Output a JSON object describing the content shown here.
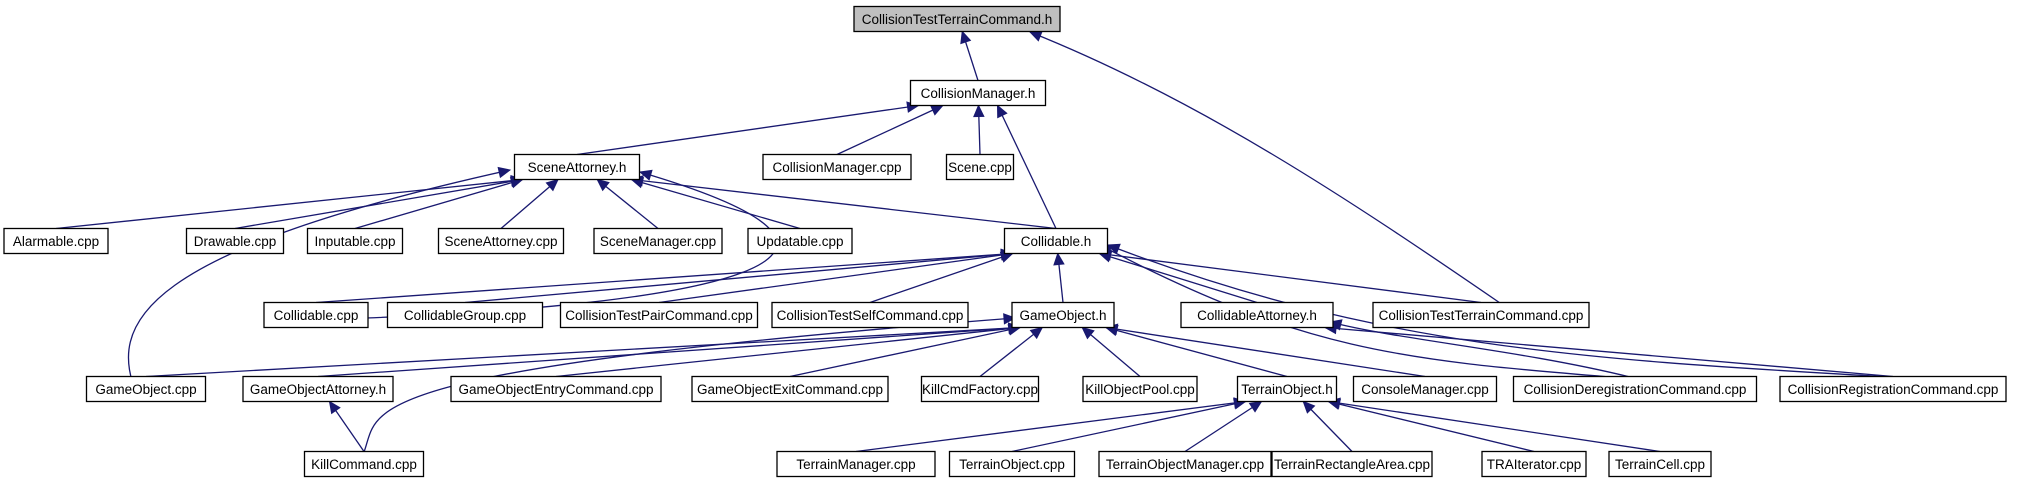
{
  "graph": {
    "nodes": [
      {
        "id": "n0",
        "label": "CollisionTestTerrainCommand.h",
        "root": true
      },
      {
        "id": "n1",
        "label": "CollisionManager.h"
      },
      {
        "id": "n2",
        "label": "SceneAttorney.h"
      },
      {
        "id": "n3",
        "label": "CollisionManager.cpp"
      },
      {
        "id": "n4",
        "label": "Scene.cpp"
      },
      {
        "id": "n5",
        "label": "Alarmable.cpp"
      },
      {
        "id": "n6",
        "label": "Drawable.cpp"
      },
      {
        "id": "n7",
        "label": "Inputable.cpp"
      },
      {
        "id": "n8",
        "label": "SceneAttorney.cpp"
      },
      {
        "id": "n9",
        "label": "SceneManager.cpp"
      },
      {
        "id": "n10",
        "label": "Updatable.cpp"
      },
      {
        "id": "n11",
        "label": "Collidable.h"
      },
      {
        "id": "n12",
        "label": "Collidable.cpp"
      },
      {
        "id": "n13",
        "label": "CollidableGroup.cpp"
      },
      {
        "id": "n14",
        "label": "CollisionTestPairCommand.cpp"
      },
      {
        "id": "n15",
        "label": "CollisionTestSelfCommand.cpp"
      },
      {
        "id": "n16",
        "label": "GameObject.h"
      },
      {
        "id": "n17",
        "label": "CollidableAttorney.h"
      },
      {
        "id": "n18",
        "label": "CollisionTestTerrainCommand.cpp"
      },
      {
        "id": "n19",
        "label": "GameObject.cpp"
      },
      {
        "id": "n20",
        "label": "GameObjectAttorney.h"
      },
      {
        "id": "n21",
        "label": "GameObjectEntryCommand.cpp"
      },
      {
        "id": "n22",
        "label": "GameObjectExitCommand.cpp"
      },
      {
        "id": "n23",
        "label": "KillCmdFactory.cpp"
      },
      {
        "id": "n24",
        "label": "KillObjectPool.cpp"
      },
      {
        "id": "n25",
        "label": "TerrainObject.h"
      },
      {
        "id": "n26",
        "label": "ConsoleManager.cpp"
      },
      {
        "id": "n27",
        "label": "CollisionDeregistrationCommand.cpp"
      },
      {
        "id": "n28",
        "label": "CollisionRegistrationCommand.cpp"
      },
      {
        "id": "n29",
        "label": "KillCommand.cpp"
      },
      {
        "id": "n30",
        "label": "TerrainManager.cpp"
      },
      {
        "id": "n31",
        "label": "TerrainObject.cpp"
      },
      {
        "id": "n32",
        "label": "TerrainObjectManager.cpp"
      },
      {
        "id": "n33",
        "label": "TerrainRectangleArea.cpp"
      },
      {
        "id": "n34",
        "label": "TRAIterator.cpp"
      },
      {
        "id": "n35",
        "label": "TerrainCell.cpp"
      }
    ],
    "edges": [
      {
        "from": "n1",
        "to": "n0"
      },
      {
        "from": "n18",
        "to": "n0"
      },
      {
        "from": "n2",
        "to": "n1"
      },
      {
        "from": "n3",
        "to": "n1"
      },
      {
        "from": "n4",
        "to": "n1"
      },
      {
        "from": "n11",
        "to": "n1"
      },
      {
        "from": "n5",
        "to": "n2"
      },
      {
        "from": "n6",
        "to": "n2"
      },
      {
        "from": "n7",
        "to": "n2"
      },
      {
        "from": "n8",
        "to": "n2"
      },
      {
        "from": "n9",
        "to": "n2"
      },
      {
        "from": "n10",
        "to": "n2"
      },
      {
        "from": "n11",
        "to": "n2"
      },
      {
        "from": "n12",
        "to": "n2"
      },
      {
        "from": "n19",
        "to": "n2"
      },
      {
        "from": "n12",
        "to": "n11"
      },
      {
        "from": "n13",
        "to": "n11"
      },
      {
        "from": "n14",
        "to": "n11"
      },
      {
        "from": "n15",
        "to": "n11"
      },
      {
        "from": "n16",
        "to": "n11"
      },
      {
        "from": "n17",
        "to": "n11"
      },
      {
        "from": "n18",
        "to": "n11"
      },
      {
        "from": "n27",
        "to": "n11"
      },
      {
        "from": "n28",
        "to": "n11"
      },
      {
        "from": "n19",
        "to": "n16"
      },
      {
        "from": "n20",
        "to": "n16"
      },
      {
        "from": "n21",
        "to": "n16"
      },
      {
        "from": "n22",
        "to": "n16"
      },
      {
        "from": "n23",
        "to": "n16"
      },
      {
        "from": "n24",
        "to": "n16"
      },
      {
        "from": "n25",
        "to": "n16"
      },
      {
        "from": "n26",
        "to": "n16"
      },
      {
        "from": "n29",
        "to": "n16"
      },
      {
        "from": "n27",
        "to": "n17"
      },
      {
        "from": "n28",
        "to": "n17"
      },
      {
        "from": "n29",
        "to": "n20"
      },
      {
        "from": "n30",
        "to": "n25"
      },
      {
        "from": "n31",
        "to": "n25"
      },
      {
        "from": "n32",
        "to": "n25"
      },
      {
        "from": "n33",
        "to": "n25"
      },
      {
        "from": "n34",
        "to": "n25"
      },
      {
        "from": "n35",
        "to": "n25"
      }
    ]
  }
}
